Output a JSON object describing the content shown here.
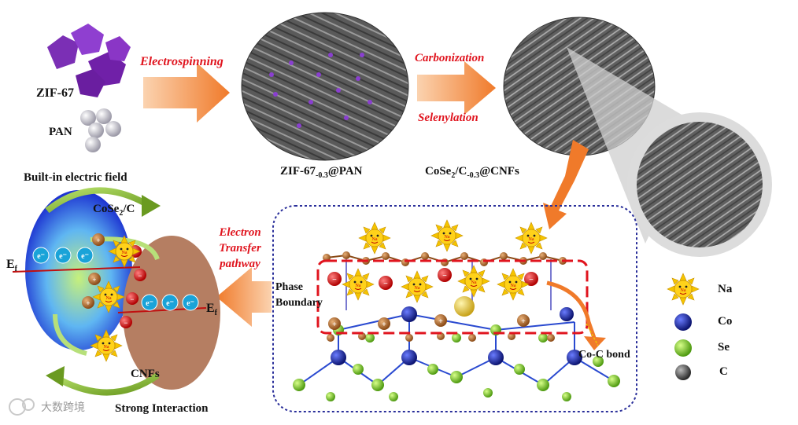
{
  "labels": {
    "zif67": "ZIF-67",
    "pan": "PAN",
    "electrospinning": "Electrospinning",
    "carbonization": "Carbonization",
    "selenylation": "Selenylation",
    "zif_pan_main": "ZIF-67",
    "zif_pan_sub": "-0.3",
    "zif_pan_tail": "@PAN",
    "coSe2_main": "CoSe",
    "coSe2_sub1": "2",
    "coSe2_mid": "/C",
    "coSe2_sub2": "-0.3",
    "coSe2_tail": "@CNFs",
    "builtin_field": "Built-in electric field",
    "cose2c_main": "CoSe",
    "cose2c_sub": "2",
    "cose2c_tail": "/C",
    "ef_left": "E",
    "ef_right": "E",
    "ef_sub": "f",
    "cnfs": "CNFs",
    "strong_interaction": "Strong Interaction",
    "electron_transfer_1": "Electron",
    "electron_transfer_2": "Transfer",
    "electron_transfer_3": "pathway",
    "phase_boundary_1": "Phase",
    "phase_boundary_2": "Boundary",
    "coc_bond": "Co-C bond",
    "electron_symbol": "e⁻",
    "plus_symbol": "+",
    "minus_symbol": "−",
    "na_symbol": "Na",
    "watermark": "大数跨境"
  },
  "legend": [
    {
      "label": "Na",
      "color": "#f5c400"
    },
    {
      "label": "Co",
      "color": "#1e2ea0"
    },
    {
      "label": "Se",
      "color": "#7ed321"
    },
    {
      "label": "C",
      "color": "#555555"
    }
  ],
  "colors": {
    "arrow_orange": "#f07a2a",
    "red_text": "#e0141e",
    "zif_purple": "#7b2fb5",
    "dotted_blue": "#2a2f9a"
  }
}
